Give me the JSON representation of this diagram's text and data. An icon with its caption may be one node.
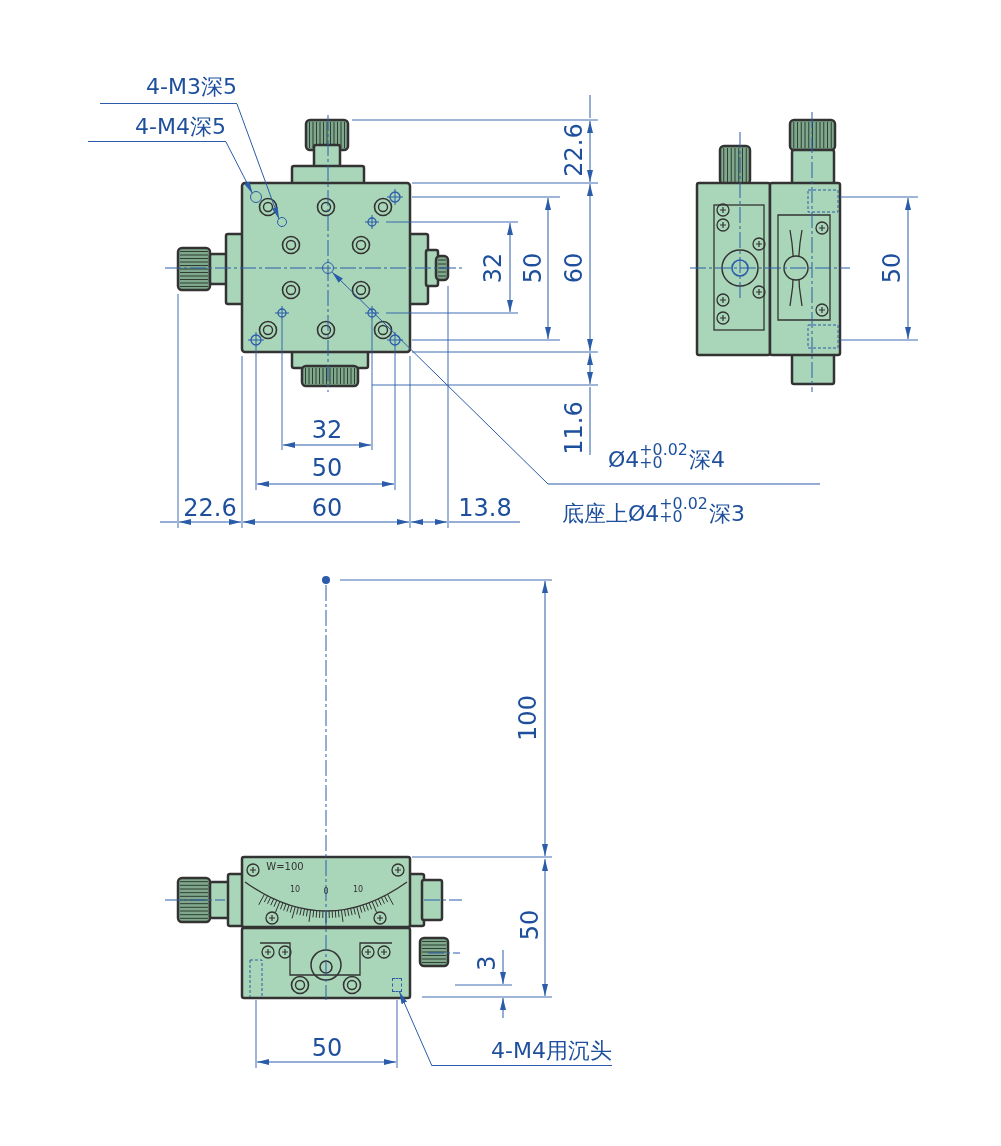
{
  "diagram": {
    "nodes": [
      {
        "text": [
          "4-M3深5"
        ]
      },
      {
        "text": [
          "4-M4深5"
        ]
      },
      {
        "text": [],
        "shape": "circle"
      },
      {
        "text": [],
        "shape": "circle"
      },
      {
        "text": [
          "Ø4$^{+0.02}$$_{+0}$ 深4",
          "底座上Ø4$^{+0.02}$$_{+0}$ 深3"
        ]
      },
      {
        "text": [],
        "shape": "circle"
      },
      {
        "text": [
          "4-M4用沉头"
        ]
      },
      {
        "text": [],
        "shape": "box"
      }
    ],
    "edges": [
      {
        "from": 0,
        "to": 2,
        "arrow": "to"
      },
      {
        "from": 1,
        "to": 3,
        "arrow": "to"
      },
      {
        "from": 4,
        "to": 5,
        "arrow": "to"
      },
      {
        "from": 6,
        "to": 7,
        "arrow": "to"
      }
    ],
    "labels": [
      "22.6",
      "32",
      "50",
      "60",
      "50",
      "11.6",
      "32",
      "50",
      "22.6",
      "60",
      "13.8",
      "100",
      "W=100",
      "10",
      "0",
      "10",
      "50",
      "3",
      "50"
    ]
  }
}
